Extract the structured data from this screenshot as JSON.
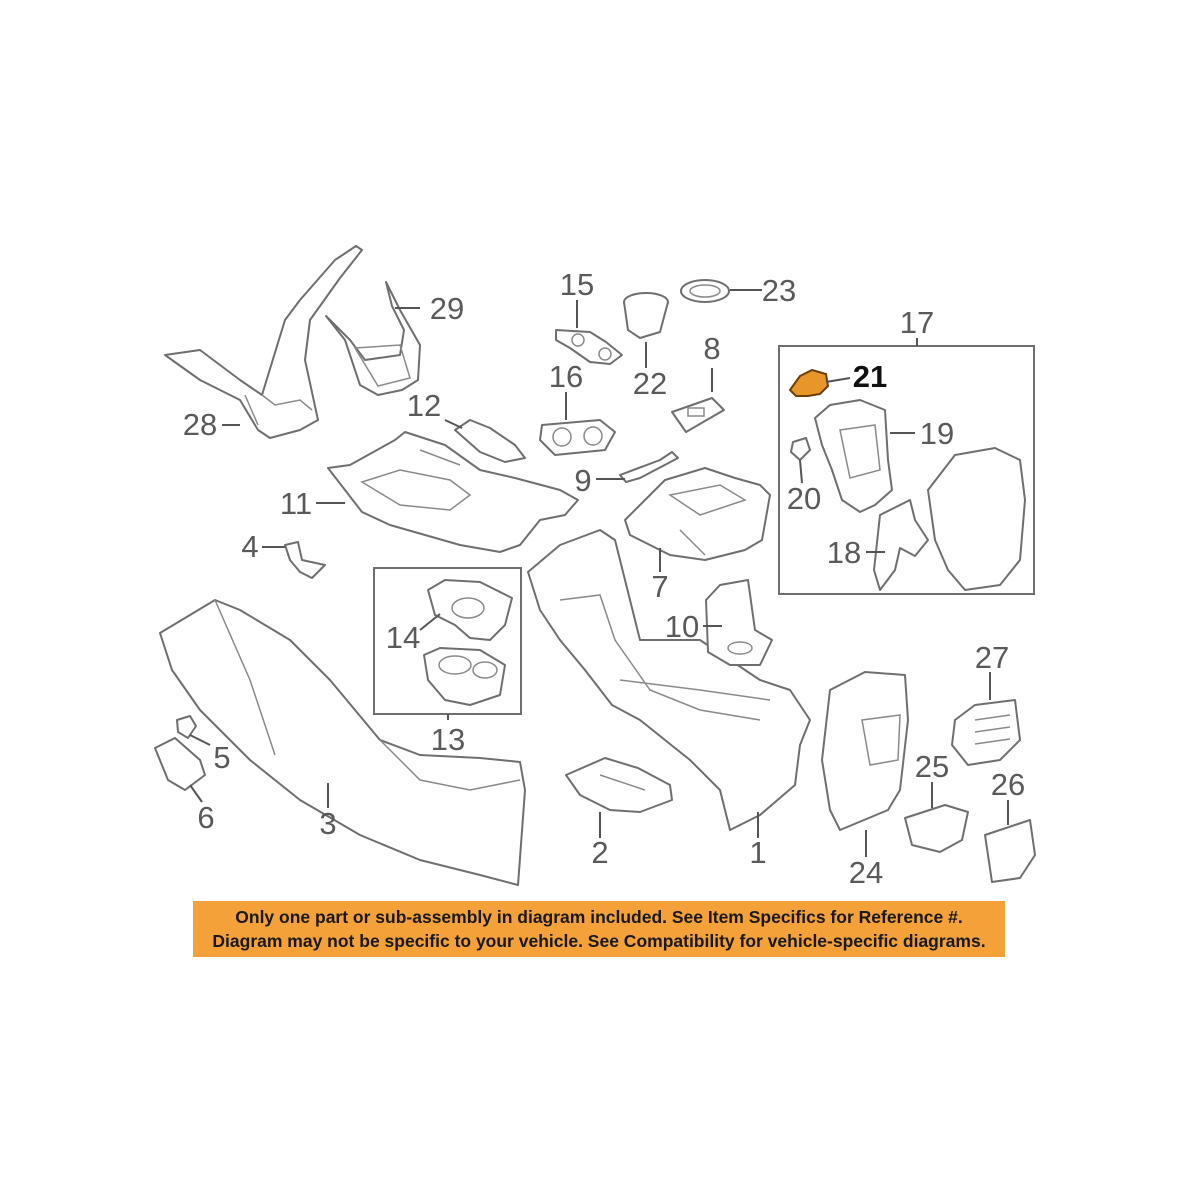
{
  "callouts": {
    "c1": "1",
    "c2": "2",
    "c3": "3",
    "c4": "4",
    "c5": "5",
    "c6": "6",
    "c7": "7",
    "c8": "8",
    "c9": "9",
    "c10": "10",
    "c11": "11",
    "c12": "12",
    "c13": "13",
    "c14": "14",
    "c15": "15",
    "c16": "16",
    "c17": "17",
    "c18": "18",
    "c19": "19",
    "c20": "20",
    "c21": "21",
    "c22": "22",
    "c23": "23",
    "c24": "24",
    "c25": "25",
    "c26": "26",
    "c27": "27",
    "c28": "28",
    "c29": "29"
  },
  "highlighted_part": "21",
  "colors": {
    "highlight": "#e8962a",
    "notice_bg": "#f4a13a"
  },
  "notice": {
    "line1": "Only one part or sub-assembly in diagram included. See Item Specifics for Reference #.",
    "line2": "Diagram may not be specific to your vehicle. See Compatibility for vehicle-specific diagrams."
  }
}
